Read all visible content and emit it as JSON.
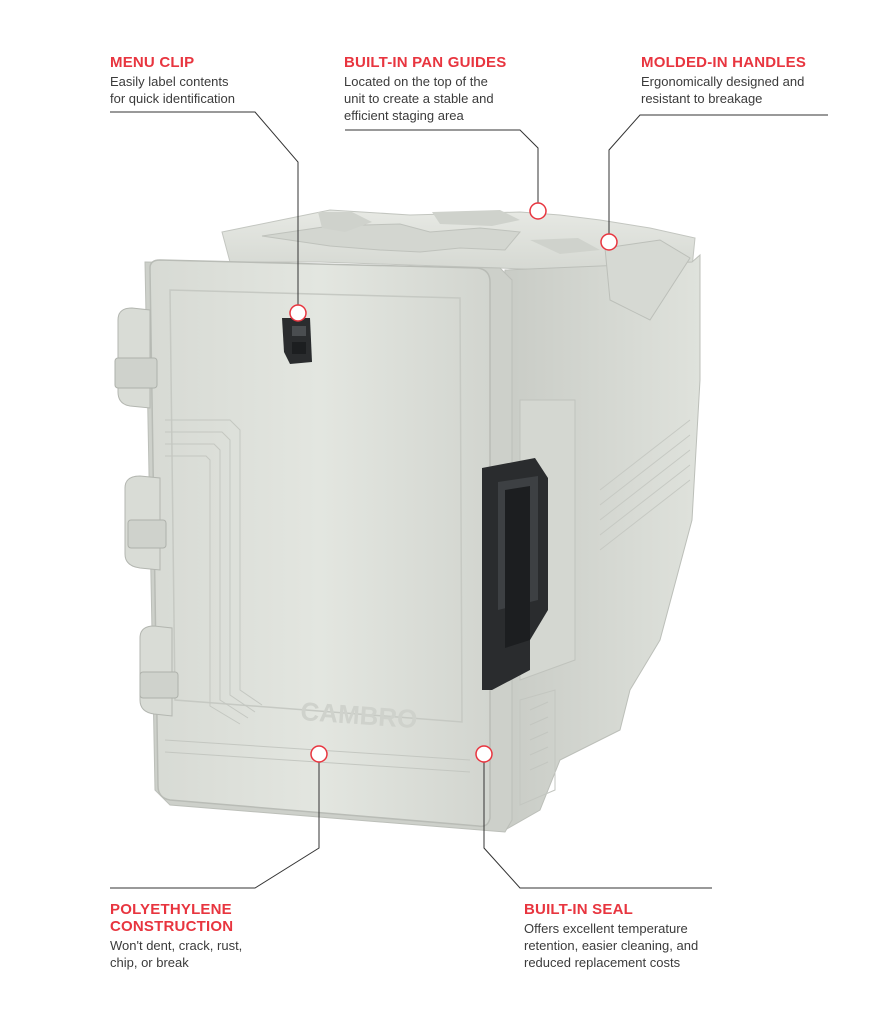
{
  "callouts": {
    "menu_clip": {
      "title": "MENU CLIP",
      "desc_line1": "Easily label contents",
      "desc_line2": "for quick identification"
    },
    "pan_guides": {
      "title": "BUILT-IN PAN GUIDES",
      "desc_line1": "Located on the top of the",
      "desc_line2": "unit to create a stable and",
      "desc_line3": "efficient staging area"
    },
    "handles": {
      "title": "MOLDED-IN HANDLES",
      "desc_line1": "Ergonomically designed and",
      "desc_line2": "resistant to breakage"
    },
    "polyethylene": {
      "title_line1": "POLYETHYLENE",
      "title_line2": "CONSTRUCTION",
      "desc_line1": "Won't dent, crack, rust,",
      "desc_line2": "chip, or break"
    },
    "seal": {
      "title": "BUILT-IN SEAL",
      "desc_line1": "Offers excellent temperature",
      "desc_line2": "retention, easier cleaning, and",
      "desc_line3": "reduced replacement costs"
    }
  },
  "colors": {
    "accent": "#e8353f",
    "body_text": "#3b3b3b",
    "leader_line": "#333333",
    "product_plastic": "#dcdfd9",
    "latch": "#2a2c2e"
  }
}
